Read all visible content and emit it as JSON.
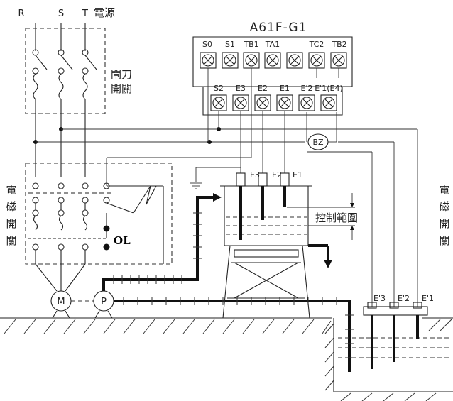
{
  "power": {
    "phase_r": "R",
    "phase_s": "S",
    "phase_t": "T",
    "label": "電源"
  },
  "knife_switch": {
    "label_line1": "閘刀",
    "label_line2": "開關"
  },
  "magnetic_switch": {
    "label_chars": [
      "電",
      "磁",
      "開",
      "關"
    ]
  },
  "relay": {
    "model": "A61F-G1",
    "top_terminals": [
      "S0",
      "S1",
      "TB1",
      "TA1",
      "",
      "TC2",
      "TB2"
    ],
    "bottom_terminals": [
      "S2",
      "E3",
      "E2",
      "E1",
      "E'2",
      "E'1(E4)"
    ],
    "buzzer": "BZ"
  },
  "overload": {
    "label": "OL"
  },
  "motor": {
    "label": "M"
  },
  "pump": {
    "label": "P"
  },
  "upper_tank": {
    "electrodes": [
      "E3",
      "E2",
      "E1"
    ],
    "control_range_label": "控制範圍"
  },
  "lower_tank": {
    "electrodes": [
      "E'3",
      "E'2",
      "E'1"
    ]
  }
}
